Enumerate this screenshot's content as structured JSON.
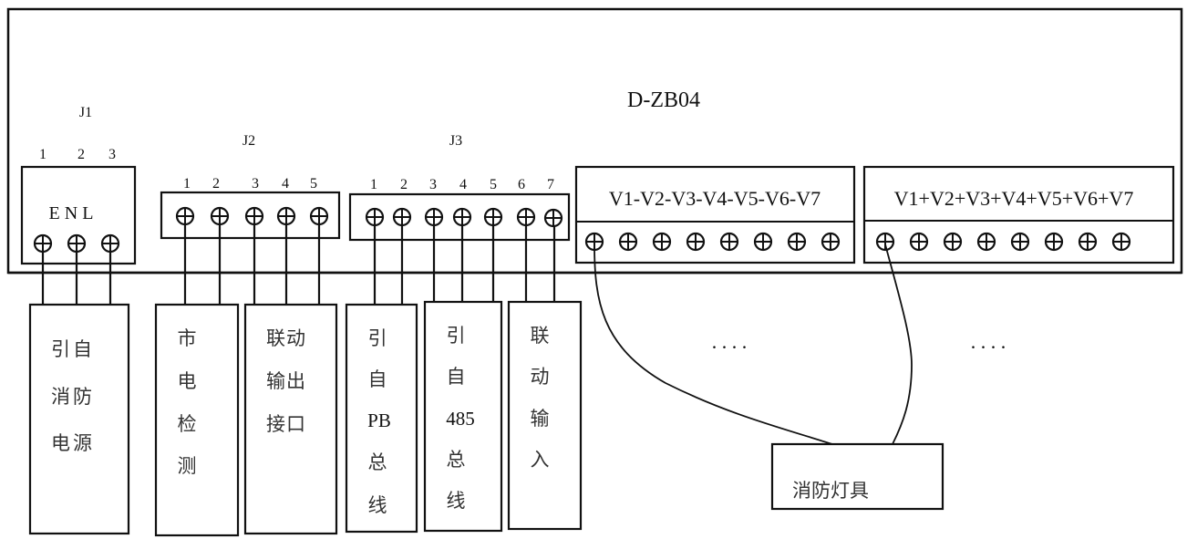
{
  "device": {
    "model": "D-ZB04"
  },
  "connectors": {
    "j1": {
      "name": "J1",
      "pins": [
        "1",
        "2",
        "3"
      ],
      "pin_labels": "E N L"
    },
    "j2": {
      "name": "J2",
      "pins": [
        "1",
        "2",
        "3",
        "4",
        "5"
      ]
    },
    "j3": {
      "name": "J3",
      "pins": [
        "1",
        "2",
        "3",
        "4",
        "5",
        "6",
        "7"
      ]
    },
    "neg_block": {
      "label": "V1-V2-V3-V4-V5-V6-V7",
      "terminal_count": 8
    },
    "pos_block": {
      "label": "V1+V2+V3+V4+V5+V6+V7",
      "terminal_count": 8
    }
  },
  "external_boxes": [
    {
      "id": "fire-power",
      "lines": [
        "引自",
        "消防",
        "电源"
      ]
    },
    {
      "id": "mains-detect",
      "lines": [
        "市",
        "电",
        "检",
        "测"
      ]
    },
    {
      "id": "linkage-output",
      "lines": [
        "联动",
        "输出",
        "接口"
      ]
    },
    {
      "id": "pb-bus",
      "lines": [
        "引",
        "自",
        "PB",
        "总",
        "线"
      ]
    },
    {
      "id": "rs485-bus",
      "lines": [
        "引",
        "自",
        "485",
        "总",
        "线"
      ]
    },
    {
      "id": "linkage-input",
      "lines": [
        "联",
        "动",
        "输",
        "入"
      ]
    }
  ],
  "fixture": {
    "label": "消防灯具"
  },
  "ellipsis": ". . . ."
}
